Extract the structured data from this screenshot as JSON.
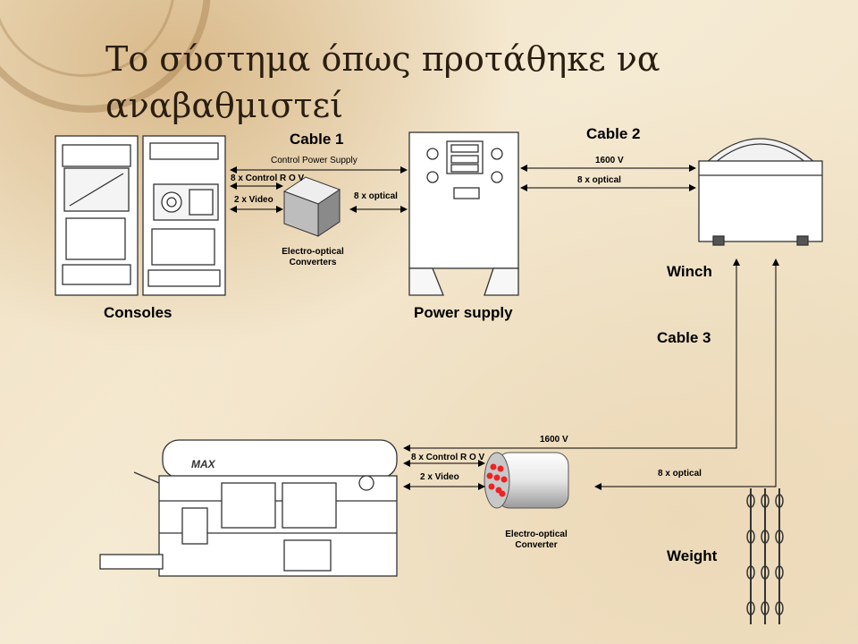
{
  "title": "Το σύστημα όπως προτάθηκε να αναβαθμιστεί",
  "labels": {
    "consoles": "Consoles",
    "power_supply": "Power supply",
    "winch": "Winch",
    "weight": "Weight",
    "cable1": "Cable 1",
    "cable2": "Cable 2",
    "cable3": "Cable 3",
    "control_power_supply": "Control Power Supply",
    "control_rov_top": "8 x Control R O V",
    "video_top": "2 x Video",
    "optical_mid": "8 x optical",
    "eo_converters": "Electro-optical Converters",
    "v1600_top": "1600 V",
    "optical_top": "8 x optical",
    "v1600_bottom": "1600 V",
    "control_rov_bottom": "8 x Control R O V",
    "video_bottom": "2 x Video",
    "optical_bottom": "8 x optical",
    "eo_converter": "Electro-optical Converter",
    "rov_brand": "MAX"
  }
}
